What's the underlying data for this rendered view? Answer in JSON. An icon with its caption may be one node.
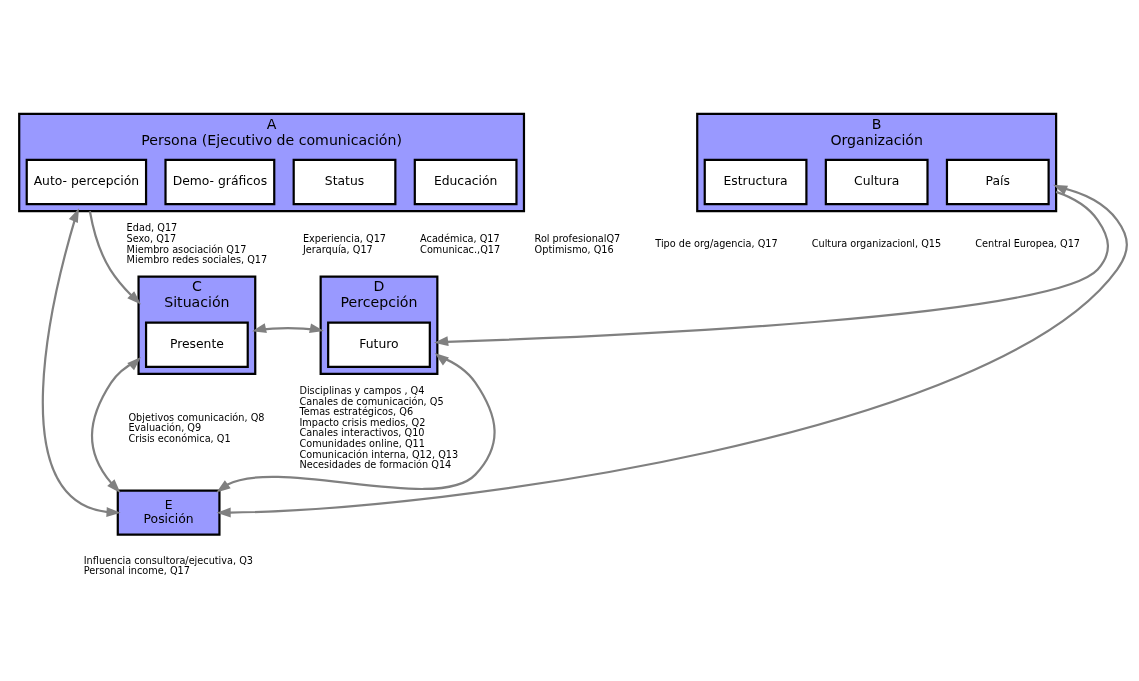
{
  "diagram": {
    "nodes": [
      {
        "text": [
          "A",
          "Persona (Ejecutivo de comunicación)"
        ]
      },
      {
        "text": [
          "Demo- gráficos"
        ],
        "in": 0,
        "beside": [
          "Edad, Q17",
          "Sexo, Q17",
          "Miembro asociación Q17",
          "Miembro redes sociales, Q17"
        ]
      },
      {
        "text": [
          "Status"
        ],
        "in": 0,
        "beside": [
          "Experiencia, Q17",
          "Jerarquía, Q17"
        ]
      },
      {
        "text": [
          "Educación"
        ],
        "in": 0,
        "beside": [
          "Académica, Q17",
          "Comunicac.,Q17"
        ]
      },
      {
        "text": [
          "Auto- percepción"
        ],
        "in": 0,
        "beside": [
          "Rol profesionalQ7",
          "Optimismo, Q16"
        ]
      },
      {
        "text": [
          "B",
          "Organización"
        ]
      },
      {
        "text": [
          "Estructura"
        ],
        "in": 5,
        "beside": [
          "Tipo de org/agencia, Q17"
        ]
      },
      {
        "text": [
          "Cultura"
        ],
        "in": 5,
        "beside": [
          "Cultura organizacionl, Q15"
        ]
      },
      {
        "text": [
          "País"
        ],
        "in": 5,
        "beside": [
          "Central Europea, Q17"
        ]
      },
      {
        "text": [
          "C",
          "Situación"
        ]
      },
      {
        "text": [
          "Presente"
        ],
        "in": 9,
        "beside": [
          "Objetivos comunicación, Q8",
          "Evaluación, Q9",
          "Crisis económica, Q1"
        ]
      },
      {
        "text": [
          "D",
          "Percepción"
        ]
      },
      {
        "text": [
          "Futuro"
        ],
        "in": 11,
        "beside": [
          "Disciplinas y campos , Q4",
          "Canales de comunicación, Q5",
          "Temas estratégicos, Q6",
          "Impacto crisis medios, Q2",
          "Canales interactivos, Q10",
          "Comunidades online, Q11",
          "Comunicación interna, Q12, Q13",
          "Necesidades de formación Q14"
        ]
      },
      {
        "text": [
          "E",
          "Posición"
        ],
        "beside": [
          "Influencia consultora/ejecutiva, Q3",
          "Personal income, Q17"
        ]
      }
    ],
    "edges": [
      {
        "from": 0,
        "to": 9,
        "arrow": "to"
      },
      {
        "from": 5,
        "to": 11,
        "arrow": "to"
      },
      {
        "from": 9,
        "to": 11,
        "arrow": "both"
      },
      {
        "from": 9,
        "to": 13,
        "arrow": "both"
      },
      {
        "from": 11,
        "to": 13,
        "arrow": "both"
      },
      {
        "from": 0,
        "to": 13,
        "arrow": "both"
      },
      {
        "from": 5,
        "to": 13,
        "arrow": "both"
      }
    ]
  }
}
